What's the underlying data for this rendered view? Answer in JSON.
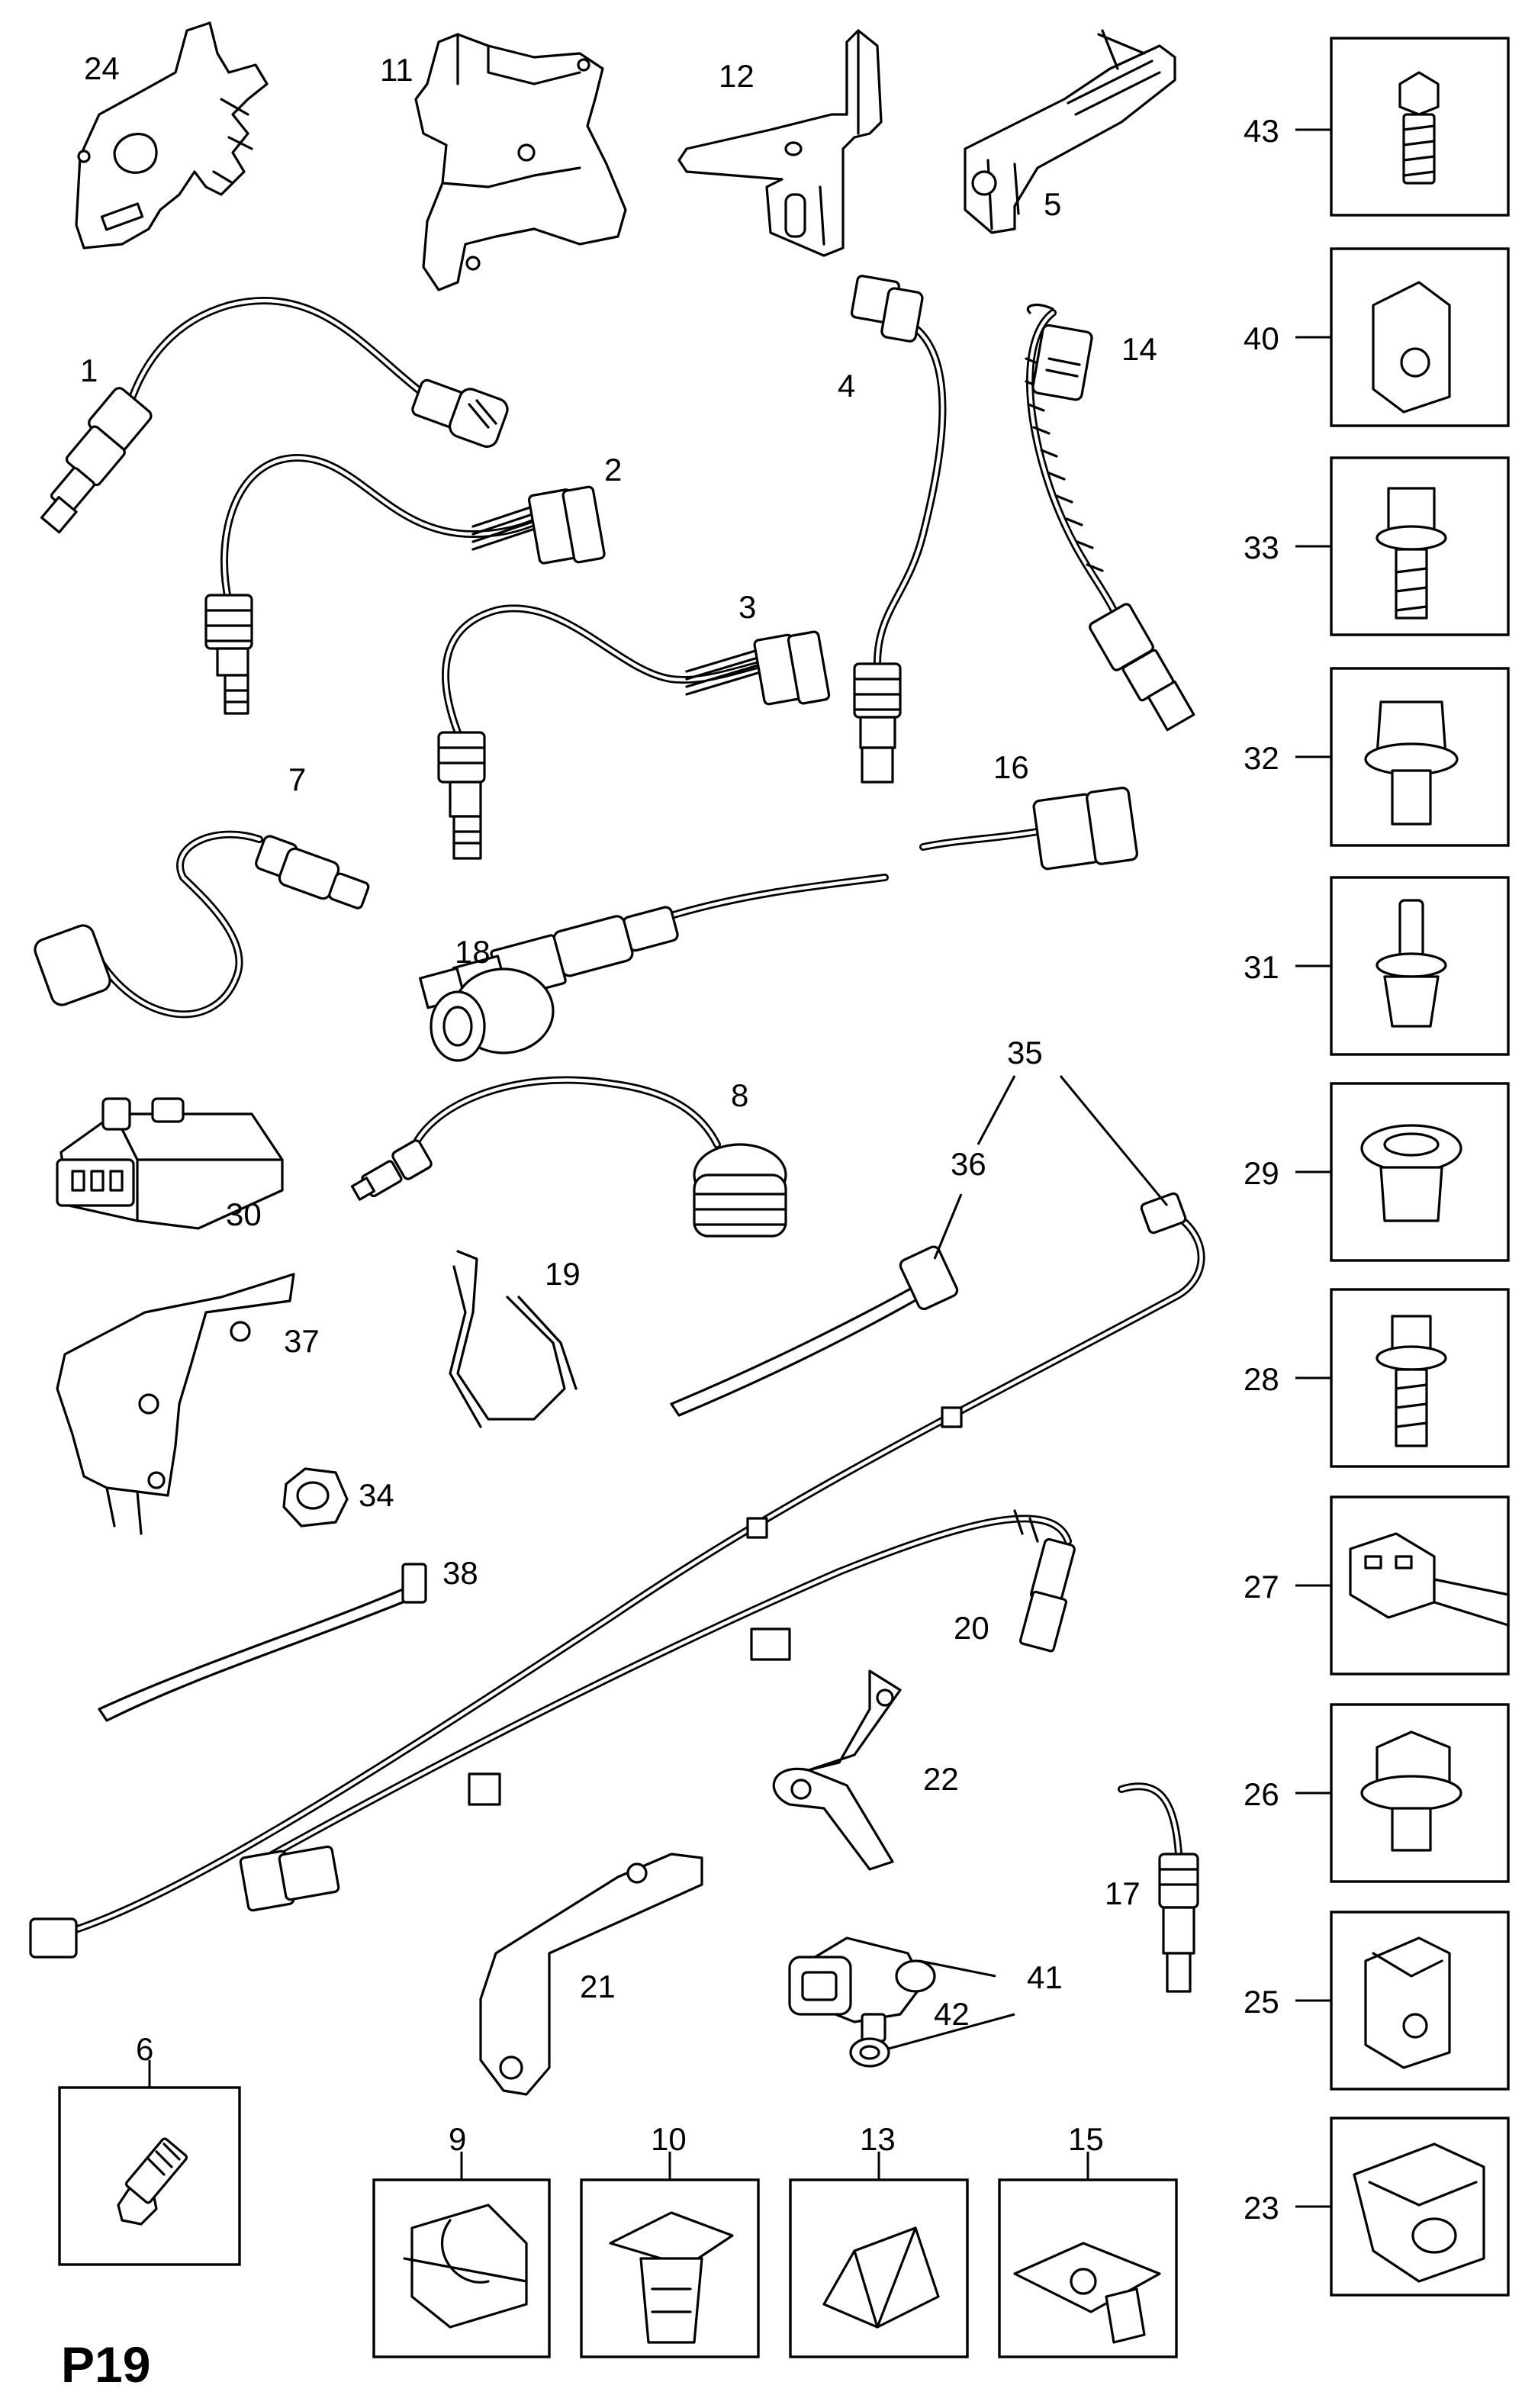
{
  "page_code": "P19",
  "callouts": [
    "1",
    "2",
    "3",
    "4",
    "5",
    "6",
    "7",
    "8",
    "9",
    "10",
    "11",
    "12",
    "13",
    "14",
    "15",
    "16",
    "17",
    "18",
    "19",
    "20",
    "21",
    "22",
    "23",
    "24",
    "25",
    "26",
    "27",
    "28",
    "29",
    "30",
    "31",
    "32",
    "33",
    "34",
    "35",
    "36",
    "37",
    "38",
    "40",
    "41",
    "42",
    "43"
  ]
}
